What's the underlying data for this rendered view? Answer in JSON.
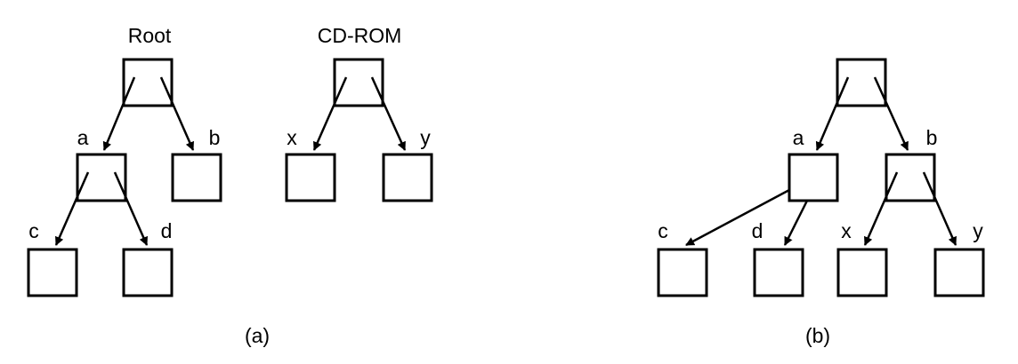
{
  "diagram_a": {
    "caption": "(a)",
    "trees": [
      {
        "label": "Root",
        "children": [
          {
            "label": "a",
            "children": [
              {
                "label": "c"
              },
              {
                "label": "d"
              }
            ]
          },
          {
            "label": "b"
          }
        ]
      },
      {
        "label": "CD-ROM",
        "children": [
          {
            "label": "x"
          },
          {
            "label": "y"
          }
        ]
      }
    ]
  },
  "diagram_b": {
    "caption": "(b)",
    "tree": {
      "label": "",
      "children": [
        {
          "label": "a",
          "children": [
            {
              "label": "c"
            },
            {
              "label": "d"
            }
          ]
        },
        {
          "label": "b",
          "children": [
            {
              "label": "x"
            },
            {
              "label": "y"
            }
          ]
        }
      ]
    }
  }
}
